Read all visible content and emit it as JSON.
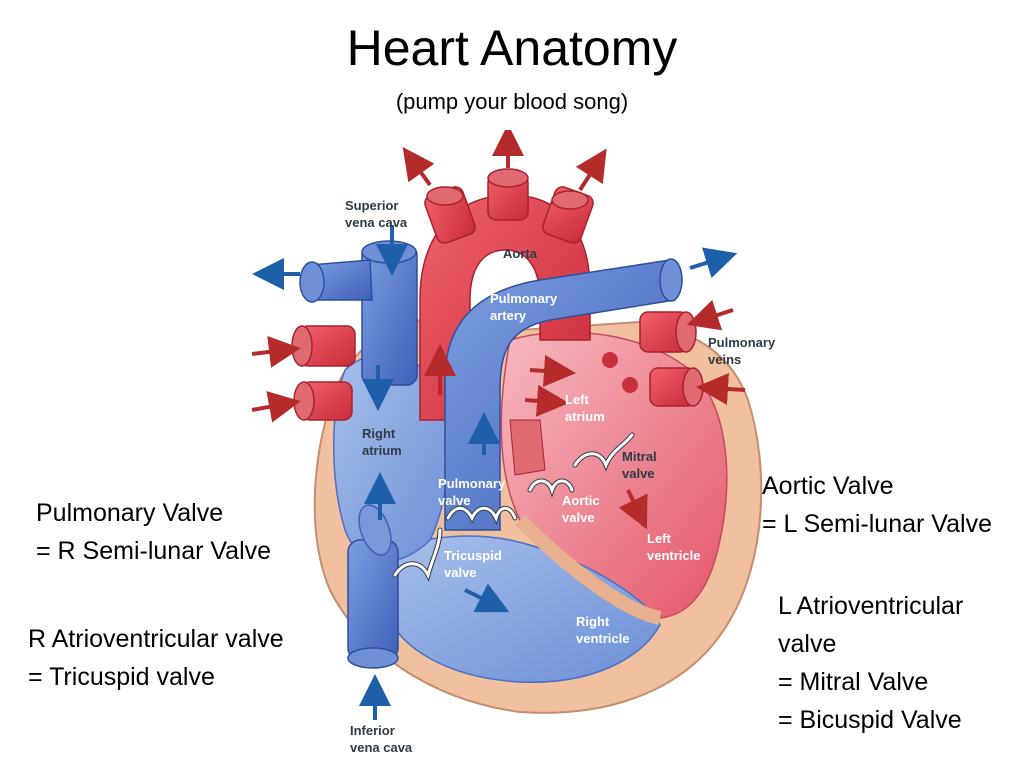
{
  "title": "Heart Anatomy",
  "subtitle": "(pump your blood song)",
  "notes": {
    "pulmonary_valve": {
      "line1": "Pulmonary Valve",
      "line2": "= R Semi-lunar Valve"
    },
    "r_av_valve": {
      "line1": "R Atrioventricular valve",
      "line2": "= Tricuspid valve"
    },
    "aortic_valve": {
      "line1": "Aortic Valve",
      "line2": "= L Semi-lunar Valve"
    },
    "l_av_valve": {
      "line1": "L Atrioventricular",
      "line2": "valve",
      "line3": "= Mitral Valve",
      "line4": "= Bicuspid Valve"
    }
  },
  "diagram": {
    "labels": {
      "superior_vena_cava_1": "Superior",
      "superior_vena_cava_2": "vena cava",
      "aorta": "Aorta",
      "pulmonary_artery_1": "Pulmonary",
      "pulmonary_artery_2": "artery",
      "pulmonary_veins_1": "Pulmonary",
      "pulmonary_veins_2": "veins",
      "left_atrium_1": "Left",
      "left_atrium_2": "atrium",
      "right_atrium_1": "Right",
      "right_atrium_2": "atrium",
      "mitral_valve_1": "Mitral",
      "mitral_valve_2": "valve",
      "pulmonary_valve_1": "Pulmonary",
      "pulmonary_valve_2": "valve",
      "aortic_valve_1": "Aortic",
      "aortic_valve_2": "valve",
      "left_ventricle_1": "Left",
      "left_ventricle_2": "ventricle",
      "tricuspid_valve_1": "Tricuspid",
      "tricuspid_valve_2": "valve",
      "right_ventricle_1": "Right",
      "right_ventricle_2": "ventricle",
      "inferior_vena_cava_1": "Inferior",
      "inferior_vena_cava_2": "vena cava"
    },
    "colors": {
      "oxygenated": "#e03a48",
      "deoxygenated": "#4a6fc4",
      "wall": "#f0c0a0",
      "arrow_red": "#b52a2a",
      "arrow_blue": "#1d5fa8"
    }
  }
}
